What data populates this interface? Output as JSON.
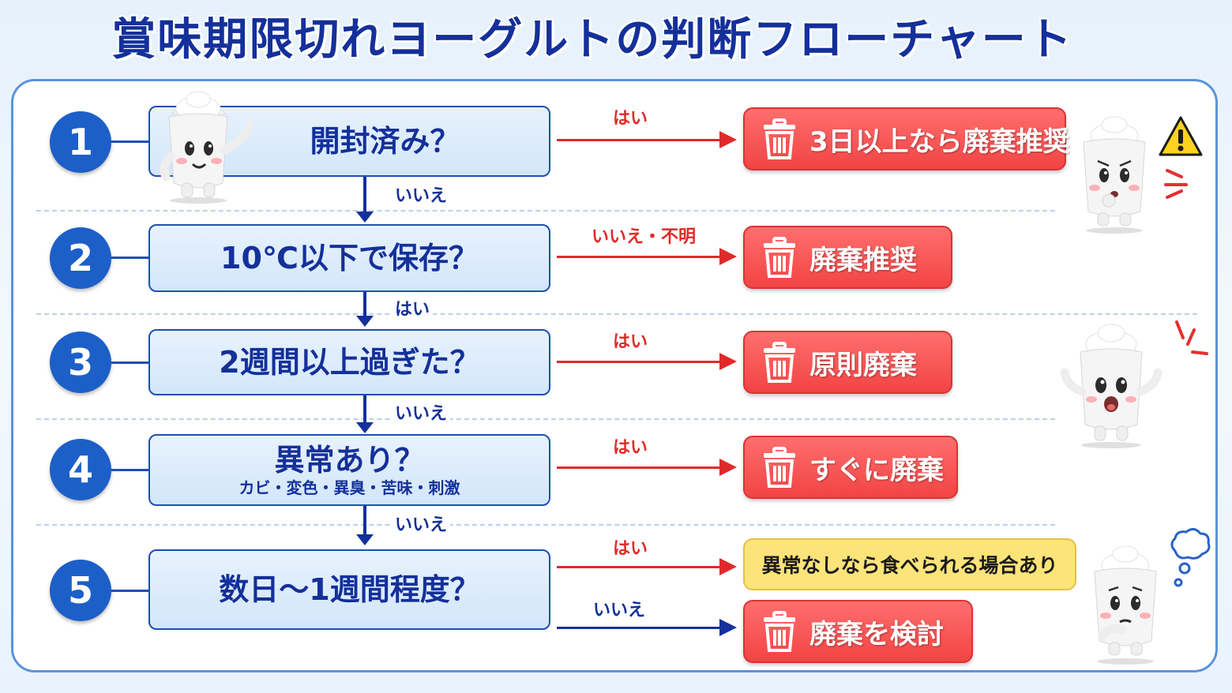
{
  "title": "賞味期限切れヨーグルトの判断フローチャート",
  "colors": {
    "accent": "#14309a",
    "number_circle": "#1d5fc8",
    "discard": "#f24444",
    "ok": "#fde47a",
    "yes_arrow": "#e02a2a",
    "no_arrow": "#14309a"
  },
  "steps": [
    {
      "number": "1",
      "question": "開封済み？",
      "sub": "",
      "branch_label": "はい",
      "result": "3日以上なら廃棄推奨",
      "next_label": "いいえ"
    },
    {
      "number": "2",
      "question": "10℃以下で保存？",
      "sub": "",
      "branch_label": "いいえ・不明",
      "result": "廃棄推奨",
      "next_label": "はい"
    },
    {
      "number": "3",
      "question": "2週間以上過ぎた？",
      "sub": "",
      "branch_label": "はい",
      "result": "原則廃棄",
      "next_label": "いいえ"
    },
    {
      "number": "4",
      "question": "異常あり？",
      "sub": "カビ・変色・異臭・苦味・刺激",
      "branch_label": "はい",
      "result": "すぐに廃棄",
      "next_label": "いいえ"
    },
    {
      "number": "5",
      "question": "数日〜1週間程度？",
      "sub": "",
      "yes_label": "はい",
      "yes_result": "異常なしなら食べられる場合あり",
      "no_label": "いいえ",
      "no_result": "廃棄を検討"
    }
  ],
  "icons": {
    "result_icon": "trash-icon",
    "warning_icon": "warning-icon",
    "thought_icon": "thought-bubble-icon",
    "mascot": "yogurt-mascot"
  }
}
